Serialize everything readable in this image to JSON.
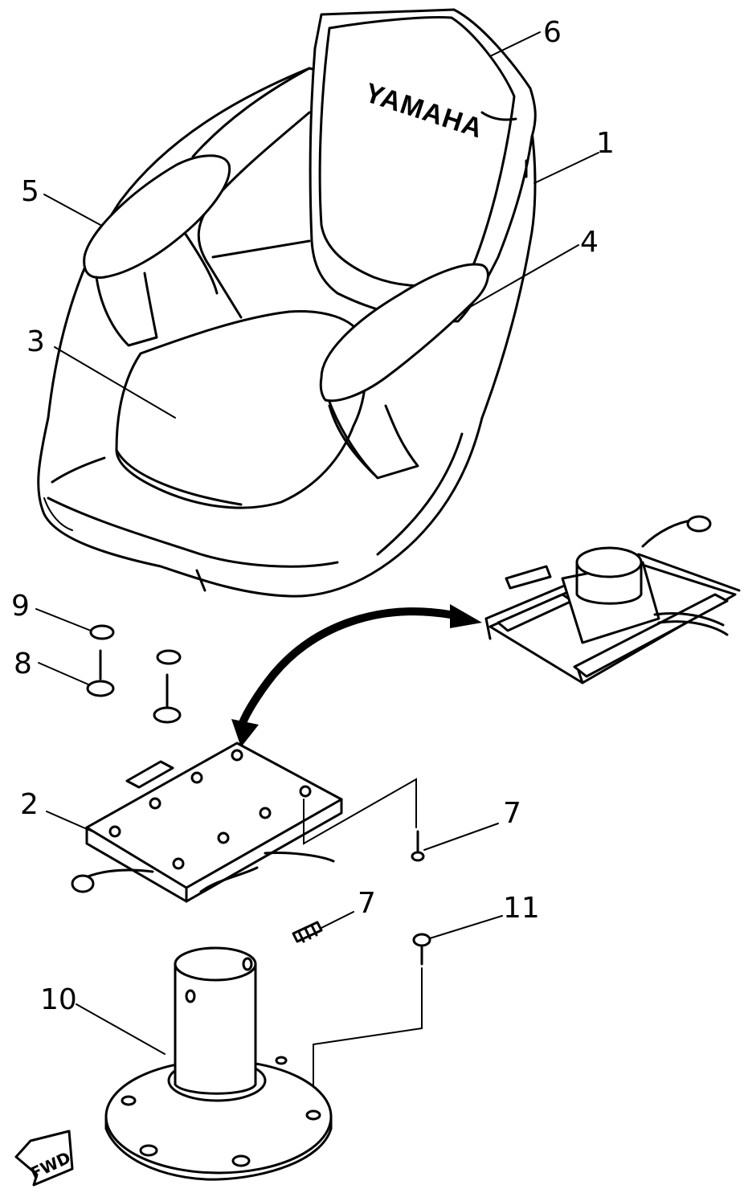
{
  "diagram": {
    "brand_text": "YAMAHA",
    "fwd_label": "FWD",
    "callouts": [
      {
        "id": "c1",
        "label": "1"
      },
      {
        "id": "c2",
        "label": "2"
      },
      {
        "id": "c3",
        "label": "3"
      },
      {
        "id": "c4",
        "label": "4"
      },
      {
        "id": "c5",
        "label": "5"
      },
      {
        "id": "c6",
        "label": "6"
      },
      {
        "id": "c7a",
        "label": "7"
      },
      {
        "id": "c7b",
        "label": "7"
      },
      {
        "id": "c8",
        "label": "8"
      },
      {
        "id": "c9",
        "label": "9"
      },
      {
        "id": "c10",
        "label": "10"
      },
      {
        "id": "c11",
        "label": "11"
      }
    ]
  }
}
